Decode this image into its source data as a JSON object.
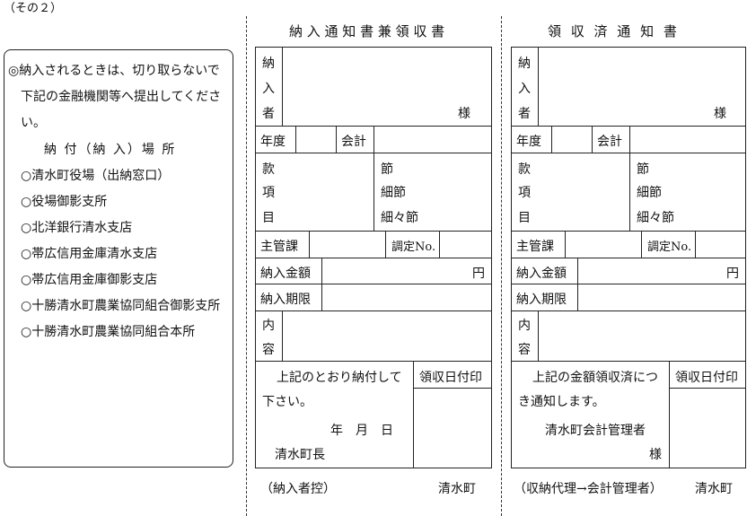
{
  "page_note": "（その２）",
  "info": {
    "lines": [
      "◎納入されるときは、切り取らないで",
      "下記の金融機関等へ提出してくださ",
      "い。",
      "納 付（納 入）場 所",
      "○清水町役場（出納窓口）",
      "○役場御影支所",
      "○北洋銀行清水支店",
      "○帯広信用金庫清水支店",
      "○帯広信用金庫御影支店",
      "○十勝清水町農業協同組合御影支所",
      "○十勝清水町農業協同組合本所"
    ]
  },
  "form1": {
    "title": "納 入 通 知 書 兼 領 収 書",
    "payer_chars": [
      "納",
      "入",
      "者"
    ],
    "sama": "様",
    "nendo": "年度",
    "kaikei": "会計",
    "kan_chars": [
      "款",
      "項",
      "目"
    ],
    "setsu": [
      "節",
      "細節",
      "細々節"
    ],
    "shukan": "主管課",
    "chotei": "調定No.",
    "amount_label": "納入金額",
    "yen": "円",
    "deadline_label": "納入期限",
    "naiyo_chars": [
      "内",
      "容"
    ],
    "message": [
      "上記のとおり納付して",
      "下さい。"
    ],
    "date_line": "年　月　日",
    "signer": "清水町長",
    "stamp_label": "領収日付印",
    "footer_left": "（納入者控）",
    "footer_right": "清水町"
  },
  "form2": {
    "title": "領 収 済 通 知 書",
    "payer_chars": [
      "納",
      "入",
      "者"
    ],
    "sama": "様",
    "nendo": "年度",
    "kaikei": "会計",
    "kan_chars": [
      "款",
      "項",
      "目"
    ],
    "setsu": [
      "節",
      "細節",
      "細々節"
    ],
    "shukan": "主管課",
    "chotei": "調定No.",
    "amount_label": "納入金額",
    "yen": "円",
    "deadline_label": "納入期限",
    "naiyo_chars": [
      "内",
      "容"
    ],
    "message": [
      "上記の金額領収済につ",
      "き通知します。"
    ],
    "signer": "清水町会計管理者",
    "sama2": "様",
    "stamp_label": "領収日付印",
    "footer_left": "（収納代理→会計管理者）",
    "footer_right": "清水町"
  }
}
